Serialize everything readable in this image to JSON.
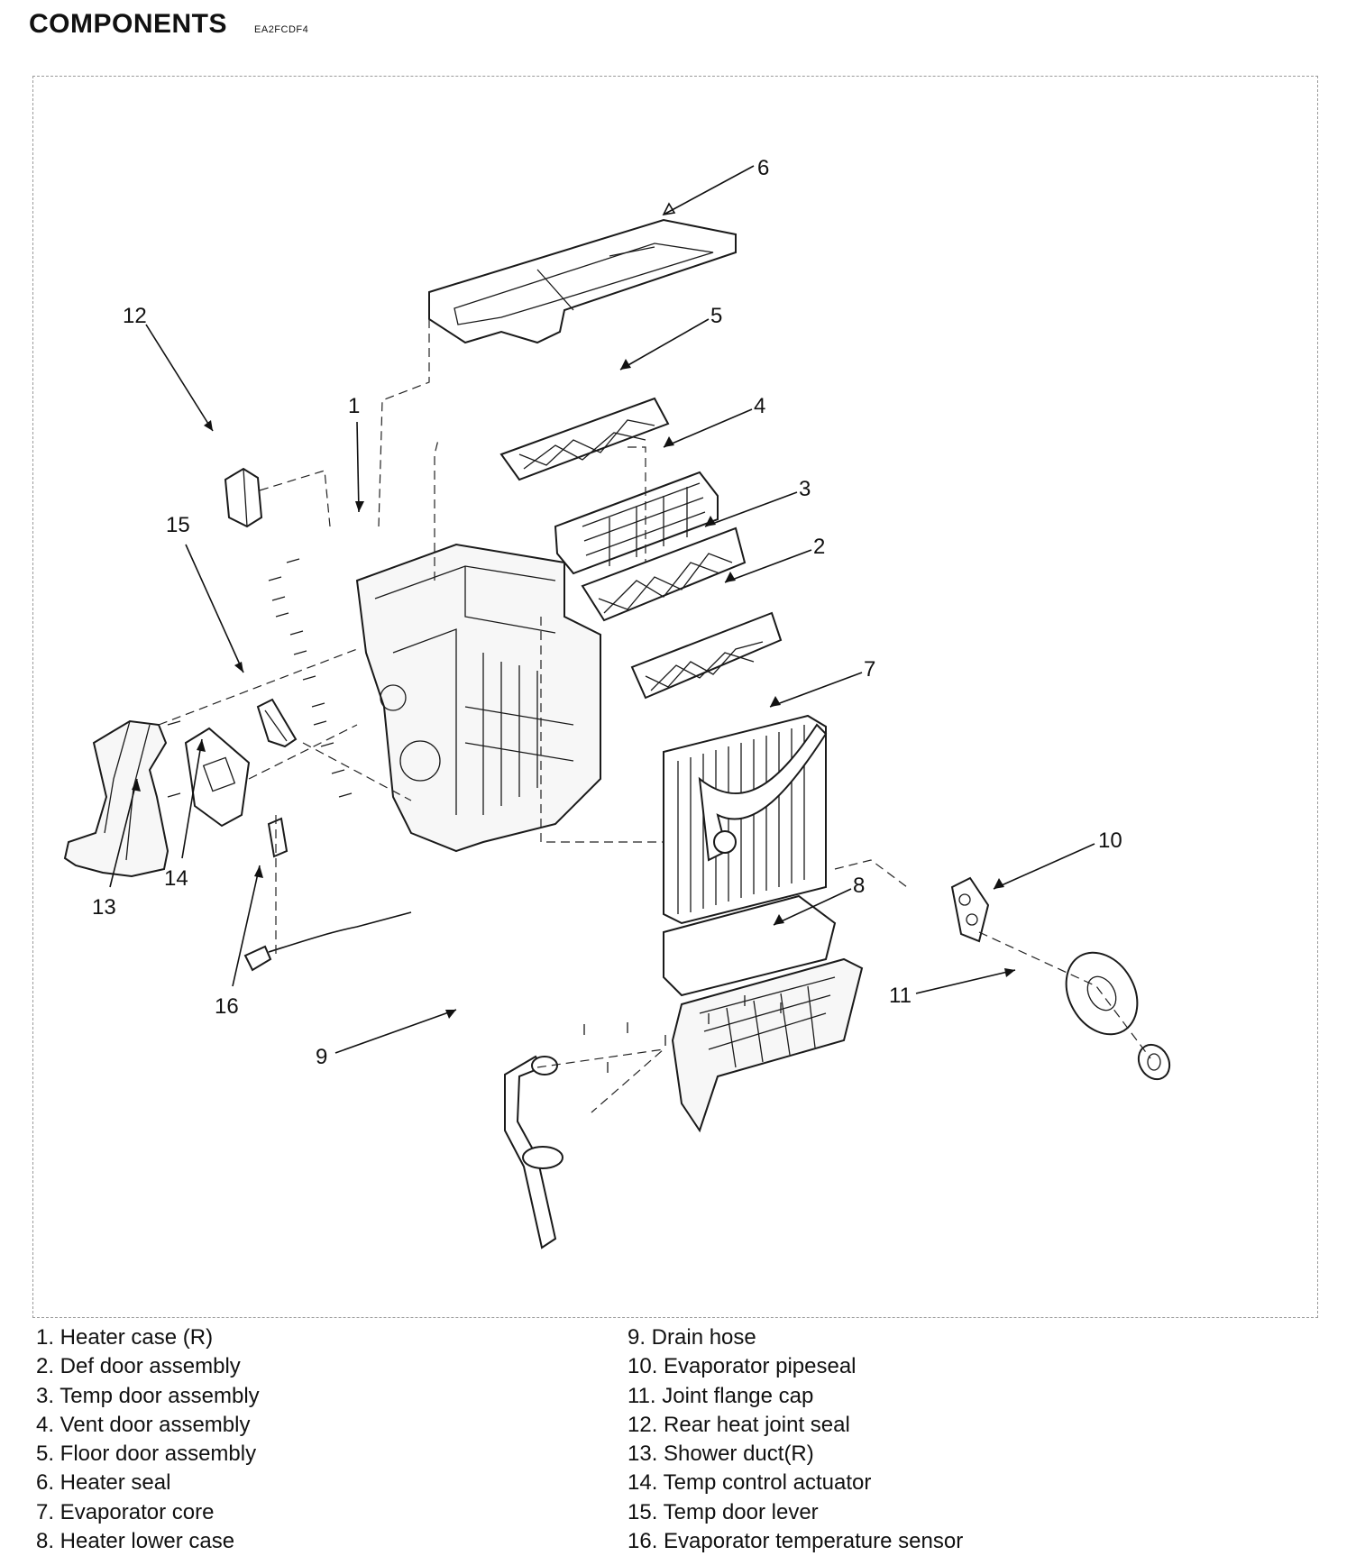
{
  "header": {
    "title": "COMPONENTS",
    "code": "EA2FCDF4"
  },
  "callouts": [
    "1",
    "2",
    "3",
    "4",
    "5",
    "6",
    "7",
    "8",
    "9",
    "10",
    "11",
    "12",
    "13",
    "14",
    "15",
    "16"
  ],
  "legend": {
    "left": [
      "1. Heater case (R)",
      "2. Def door assembly",
      "3. Temp door assembly",
      "4. Vent door assembly",
      "5. Floor door assembly",
      "6. Heater seal",
      "7. Evaporator core",
      "8. Heater lower case"
    ],
    "right": [
      "9. Drain hose",
      "10. Evaporator pipeseal",
      "11. Joint flange cap",
      "12. Rear heat joint seal",
      "13. Shower duct(R)",
      "14. Temp control actuator",
      "15. Temp door lever",
      "16. Evaporator temperature sensor"
    ]
  }
}
